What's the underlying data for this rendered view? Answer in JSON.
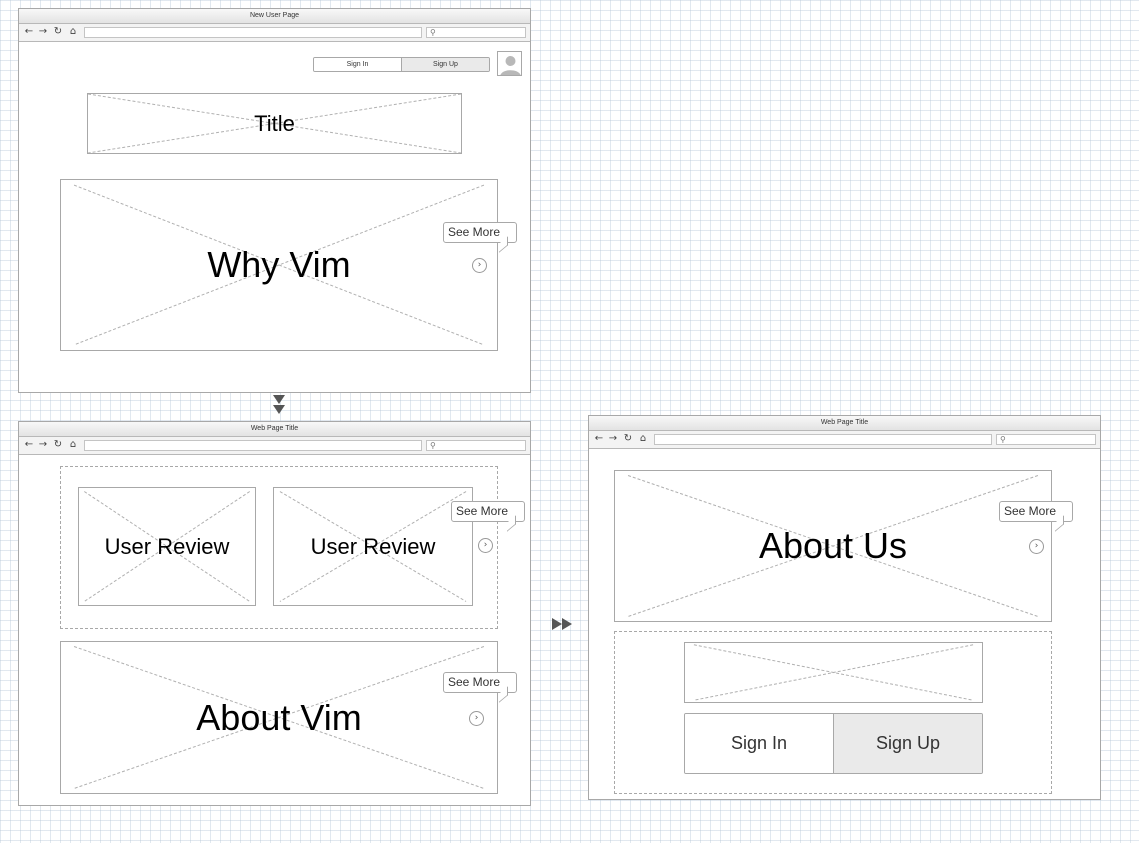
{
  "frame1": {
    "window_title": "New User Page",
    "sign_in": "Sign In",
    "sign_up": "Sign Up",
    "title_label": "Title",
    "hero_label": "Why Vim",
    "see_more": "See More"
  },
  "frame2": {
    "window_title": "Web Page Title",
    "review_1": "User Review",
    "review_2": "User Review",
    "see_more_reviews": "See More",
    "about_label": "About Vim",
    "see_more_about": "See More"
  },
  "frame3": {
    "window_title": "Web Page Title",
    "about_label": "About Us",
    "see_more": "See More",
    "sign_in": "Sign In",
    "sign_up": "Sign Up"
  },
  "icons": {
    "back": "back-arrow-icon",
    "forward": "forward-arrow-icon",
    "reload": "reload-icon",
    "home": "home-icon",
    "search": "search-icon",
    "chevron": "chevron-right-icon",
    "flow_down": "double-down-arrow-icon",
    "flow_right": "double-right-arrow-icon"
  },
  "colors": {
    "border": "#a8a8a8",
    "placeholder_line": "#b0b0b0",
    "selected_button": "#eaeaea",
    "arrow": "#555555"
  }
}
